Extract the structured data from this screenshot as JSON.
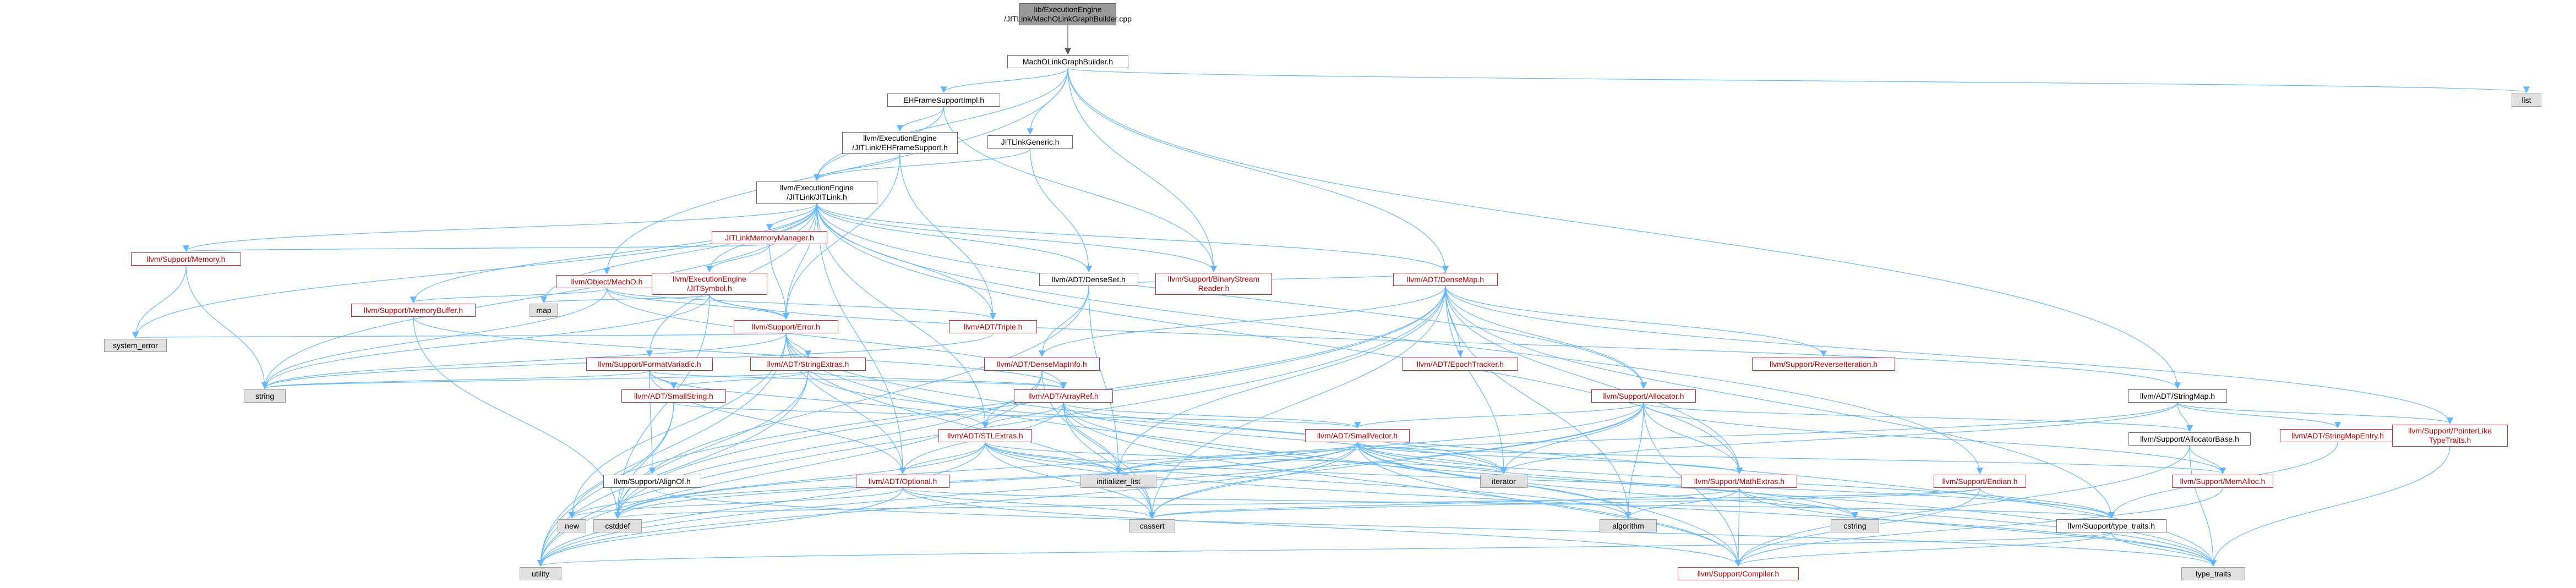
{
  "nodes": {
    "root": "lib/ExecutionEngine\n/JITLink/MachOLinkGraphBuilder.cpp",
    "macho_builder": "MachOLinkGraphBuilder.h",
    "ehframe_impl": "EHFrameSupportImpl.h",
    "list": "list",
    "ee_ehframe": "llvm/ExecutionEngine\n/JITLink/EHFrameSupport.h",
    "jitlink_generic": "JITLinkGeneric.h",
    "binary_stream": "llvm/Support/BinaryStream\nReader.h",
    "jitlink": "llvm/ExecutionEngine\n/JITLink/JITLink.h",
    "jitlink_memmgr": "JITLinkMemoryManager.h",
    "object_macho": "llvm/Object/MachO.h",
    "ee_jitsymbol": "llvm/ExecutionEngine\n/JITSymbol.h",
    "support_memory": "llvm/Support/Memory.h",
    "densset": "llvm/ADT/DenseSet.h",
    "memory_buffer": "llvm/Support/MemoryBuffer.h",
    "map": "map",
    "system_error": "system_error",
    "support_error": "llvm/Support/Error.h",
    "triple": "llvm/ADT/Triple.h",
    "densemap": "llvm/ADT/DenseMap.h",
    "format_variadic": "llvm/Support/FormatVariadic.h",
    "string_extras": "llvm/ADT/StringExtras.h",
    "densemap_info": "llvm/ADT/DenseMapInfo.h",
    "epoch_tracker": "llvm/ADT/EpochTracker.h",
    "reverse_iteration": "llvm/Support/ReverseIteration.h",
    "string": "string",
    "small_string": "llvm/ADT/SmallString.h",
    "arrayref": "llvm/ADT/ArrayRef.h",
    "allocator": "llvm/Support/Allocator.h",
    "stringmap": "llvm/ADT/StringMap.h",
    "stl_extras": "llvm/ADT/STLExtras.h",
    "small_vector": "llvm/ADT/SmallVector.h",
    "stringmap_entry": "llvm/ADT/StringMapEntry.h",
    "pointer_like": "llvm/Support/PointerLike\nTypeTraits.h",
    "alloc_base": "llvm/Support/AllocatorBase.h",
    "alignof": "llvm/Support/AlignOf.h",
    "optional": "llvm/ADT/Optional.h",
    "initializer_list": "initializer_list",
    "iterator": "iterator",
    "math_extras": "llvm/Support/MathExtras.h",
    "endian": "llvm/Support/Endian.h",
    "memalloc": "llvm/Support/MemAlloc.h",
    "new": "new",
    "cstddef": "cstddef",
    "cassert": "cassert",
    "algorithm": "algorithm",
    "cstring": "cstring",
    "type_traits_h": "llvm/Support/type_traits.h",
    "utility": "utility",
    "compiler": "llvm/Support/Compiler.h",
    "type_traits": "type_traits"
  },
  "colors": {
    "edge": "#63b8ff",
    "red_edge": "#d82a2a",
    "dark_edge": "#555555",
    "root_fill": "#9a9a9a",
    "gray_fill": "#e0e0e0"
  }
}
